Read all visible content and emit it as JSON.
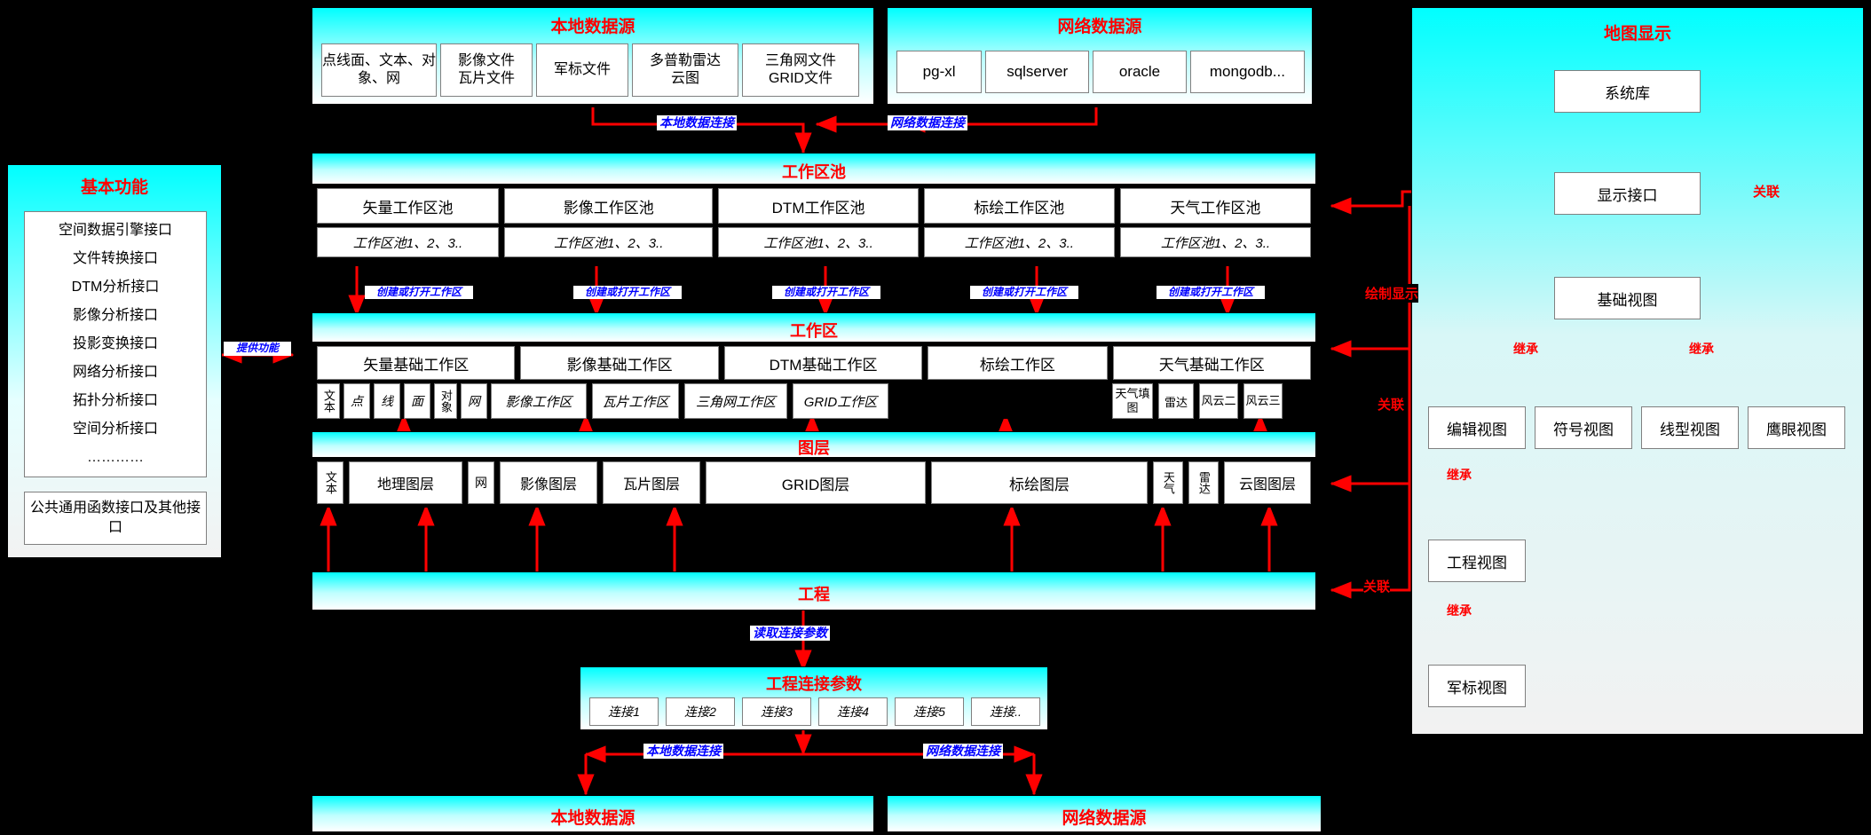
{
  "local_source": {
    "title": "本地数据源",
    "items": [
      "点线面、文本、对象、网",
      "影像文件\n瓦片文件",
      "军标文件",
      "多普勒雷达\n云图",
      "三角网文件\nGRID文件"
    ]
  },
  "net_source": {
    "title": "网络数据源",
    "items": [
      "pg-xl",
      "sqlserver",
      "oracle",
      "mongodb..."
    ]
  },
  "basic_func": {
    "title": "基本功能",
    "list": [
      "空间数据引擎接口",
      "文件转换接口",
      "DTM分析接口",
      "影像分析接口",
      "投影变换接口",
      "网络分析接口",
      "拓扑分析接口",
      "空间分析接口",
      "…………"
    ],
    "bottom": "公共通用函数接口及其他接口"
  },
  "pool": {
    "title": "工作区池",
    "cols": [
      "矢量工作区池",
      "影像工作区池",
      "DTM工作区池",
      "标绘工作区池",
      "天气工作区池"
    ],
    "subs": [
      "工作区池1、2、3..",
      "工作区池1、2、3..",
      "工作区池1、2、3..",
      "工作区池1、2、3..",
      "工作区池1、2、3.."
    ]
  },
  "workspace": {
    "title": "工作区",
    "cols": [
      "矢量基础工作区",
      "影像基础工作区",
      "DTM基础工作区",
      "标绘工作区",
      "天气基础工作区"
    ],
    "small": [
      "文本",
      "点",
      "线",
      "面",
      "对象",
      "网",
      "影像工作区",
      "瓦片工作区",
      "三角网工作区",
      "GRID工作区",
      "天气填图",
      "雷达",
      "风云二",
      "风云三"
    ]
  },
  "layers": {
    "title": "图层",
    "items": [
      "文本",
      "地理图层",
      "网",
      "影像图层",
      "瓦片图层",
      "GRID图层",
      "标绘图层",
      "天气",
      "雷达",
      "云图图层"
    ]
  },
  "project": {
    "title": "工程"
  },
  "conn_params": {
    "title": "工程连接参数",
    "items": [
      "连接1",
      "连接2",
      "连接3",
      "连接4",
      "连接5",
      "连接.."
    ]
  },
  "bottom_local": "本地数据源",
  "bottom_net": "网络数据源",
  "map_display": {
    "title": "地图显示",
    "nodes": {
      "system_lib": "系统库",
      "display_if": "显示接口",
      "base_view": "基础视图",
      "edit_view": "编辑视图",
      "symbol_view": "符号视图",
      "line_view": "线型视图",
      "eagle_view": "鹰眼视图",
      "project_view": "工程视图",
      "milmark_view": "军标视图"
    }
  },
  "labels": {
    "local_conn": "本地数据连接",
    "net_conn": "网络数据连接",
    "create_open": "创建或打开工作区",
    "provide_func": "提供功能",
    "read_conn": "读取连接参数",
    "draw_display": "绘制显示",
    "relate": "关联",
    "inherit": "继承"
  }
}
